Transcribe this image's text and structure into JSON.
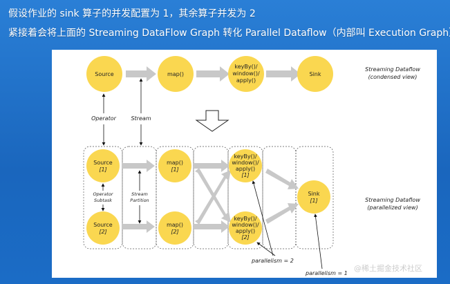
{
  "heading": {
    "line1": "假设作业的 sink 算子的并发配置为 1，其余算子并发为 2",
    "line2": "紧接着会将上面的 Streaming DataFlow Graph 转化 Parallel Dataflow（内部叫 Execution Graph）："
  },
  "condensed": {
    "source": "Source",
    "map": "map()",
    "keyby": [
      "keyBy()/",
      "window()/",
      "apply()"
    ],
    "sink": "Sink",
    "caption": [
      "Streaming Dataflow",
      "(condensed view)"
    ]
  },
  "callouts": {
    "operator": "Operator",
    "stream": "Stream"
  },
  "parallel": {
    "source1": [
      "Source",
      "[1]"
    ],
    "source2": [
      "Source",
      "[2]"
    ],
    "map1": [
      "map()",
      "[1]"
    ],
    "map2": [
      "map()",
      "[2]"
    ],
    "keyby1": [
      "keyBy()/",
      "window()/",
      "apply()",
      "[1]"
    ],
    "keyby2": [
      "keyBy()/",
      "window()/",
      "apply()",
      "[2]"
    ],
    "sink1": [
      "Sink",
      "[1]"
    ],
    "subtask": [
      "Operator",
      "Subtask"
    ],
    "partition": [
      "Stream",
      "Partition"
    ],
    "parallelism2": "parallelism = 2",
    "parallelism1": "parallelism = 1",
    "caption": [
      "Streaming Dataflow",
      "(parallelized view)"
    ]
  },
  "watermark": "@稀土掘金技术社区",
  "colors": {
    "node": "#fad750",
    "arrow": "#c8c8c8",
    "background": "#1e6fc4"
  }
}
